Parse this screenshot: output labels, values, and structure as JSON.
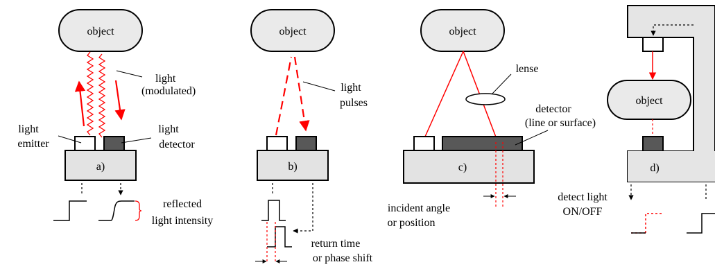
{
  "colors": {
    "object_fill": "#eaeaea",
    "base_fill": "#e3e3e3",
    "emitter_fill": "#ffffff",
    "detector_fill": "#585858",
    "light": "#ff0000",
    "frame_fill": "#e5e5e5",
    "signal": "#000000"
  },
  "panel_a": {
    "object_label": "object",
    "base_label": "a)",
    "light_label": [
      "light",
      "(modulated)"
    ],
    "emitter_label": [
      "light",
      "emitter"
    ],
    "detector_label": [
      "light",
      "detector"
    ],
    "signal_label": [
      "reflected",
      "light intensity"
    ]
  },
  "panel_b": {
    "object_label": "object",
    "base_label": "b)",
    "light_label": [
      "light",
      "pulses"
    ],
    "timing_label": [
      "return time",
      "or phase shift"
    ]
  },
  "panel_c": {
    "object_label": "object",
    "base_label": "c)",
    "lens_label": "lense",
    "detector_label": [
      "detector",
      "(line or surface)"
    ],
    "measure_label": [
      "incident angle",
      "or position"
    ]
  },
  "panel_d": {
    "object_label": "object",
    "base_label": "d)",
    "detect_label": [
      "detect light",
      "ON/OFF"
    ]
  }
}
